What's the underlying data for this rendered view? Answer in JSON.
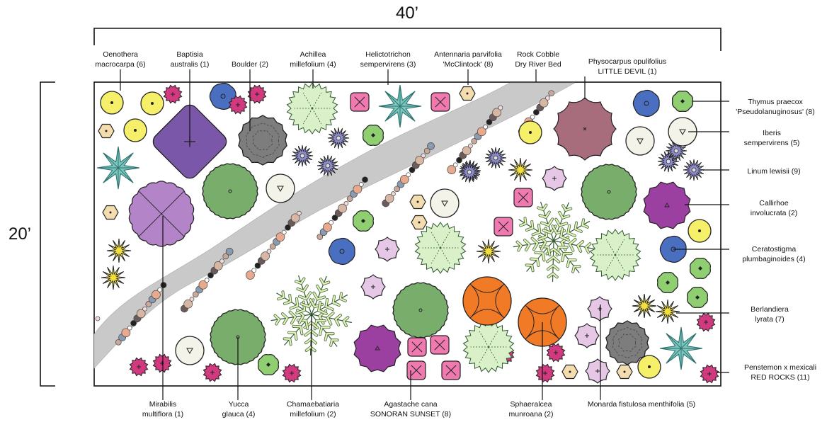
{
  "dimensions": {
    "width_label": "40’",
    "height_label": "20’"
  },
  "top_labels": [
    {
      "lines": [
        "Oenothera",
        "macrocarpa (6)"
      ]
    },
    {
      "lines": [
        "Baptisia",
        "australis (1)"
      ]
    },
    {
      "lines": [
        "Boulder (2)"
      ]
    },
    {
      "lines": [
        "Achillea",
        "millefolium (4)"
      ]
    },
    {
      "lines": [
        "Helictotrichon",
        "sempervirens (3)"
      ]
    },
    {
      "lines": [
        "Antennaria parvifolia",
        "'McClintock' (8)"
      ]
    },
    {
      "lines": [
        "Rock Cobble",
        "Dry River Bed"
      ]
    },
    {
      "lines": [
        "Physocarpus opulifolius",
        "LITTLE DEVIL (1)"
      ]
    }
  ],
  "right_labels": [
    {
      "lines": [
        "Thymus praecox",
        "'Pseudolanuginosus' (8)"
      ]
    },
    {
      "lines": [
        "Iberis",
        "sempervirens (5)"
      ]
    },
    {
      "lines": [
        "Linum lewisii (9)"
      ]
    },
    {
      "lines": [
        "Callirhoe",
        "involucrata (2)"
      ]
    },
    {
      "lines": [
        "Ceratostigma",
        "plumbaginoides (4)"
      ]
    },
    {
      "lines": [
        "Berlandiera",
        "lyrata (7)"
      ]
    },
    {
      "lines": [
        "Penstemon x mexicali",
        "RED ROCKS (11)"
      ]
    }
  ],
  "bottom_labels": [
    {
      "lines": [
        "Mirabilis",
        "multiflora (1)"
      ]
    },
    {
      "lines": [
        "Yucca",
        "glauca (4)"
      ]
    },
    {
      "lines": [
        "Chamaebatiaria",
        "millefolium (2)"
      ]
    },
    {
      "lines": [
        "Agastache cana",
        "SONORAN SUNSET (8)"
      ]
    },
    {
      "lines": [
        "Sphaeralcea",
        "munroana (2)"
      ]
    },
    {
      "lines": [
        "Monarda fistulosa menthifolia (5)"
      ]
    }
  ],
  "colors": {
    "oenothera": "#f5ef6a",
    "baptisia": "#7a57a8",
    "boulder": "#7d7d7d",
    "achillea": "#d9f0c9",
    "helictotrichon": "#7cc6c0",
    "antennaria": "#f3dcae",
    "river_bed": "#c9c9c9",
    "physocarpus": "#a86d7d",
    "thymus": "#8fcf72",
    "iberis": "#f3f3ea",
    "linum": "#8f8fd0",
    "callirhoe": "#9b3fa0",
    "ceratostigma": "#4a6fc0",
    "berlandiera": "#f4e03c",
    "penstemon": "#d23a7f",
    "mirabilis": "#b484c8",
    "yucca": "#78ad6c",
    "chamaebatiaria": "#e6f0b4",
    "agastache": "#f07ab0",
    "sphaeralcea": "#f07a25",
    "monarda": "#e6c8e6"
  }
}
